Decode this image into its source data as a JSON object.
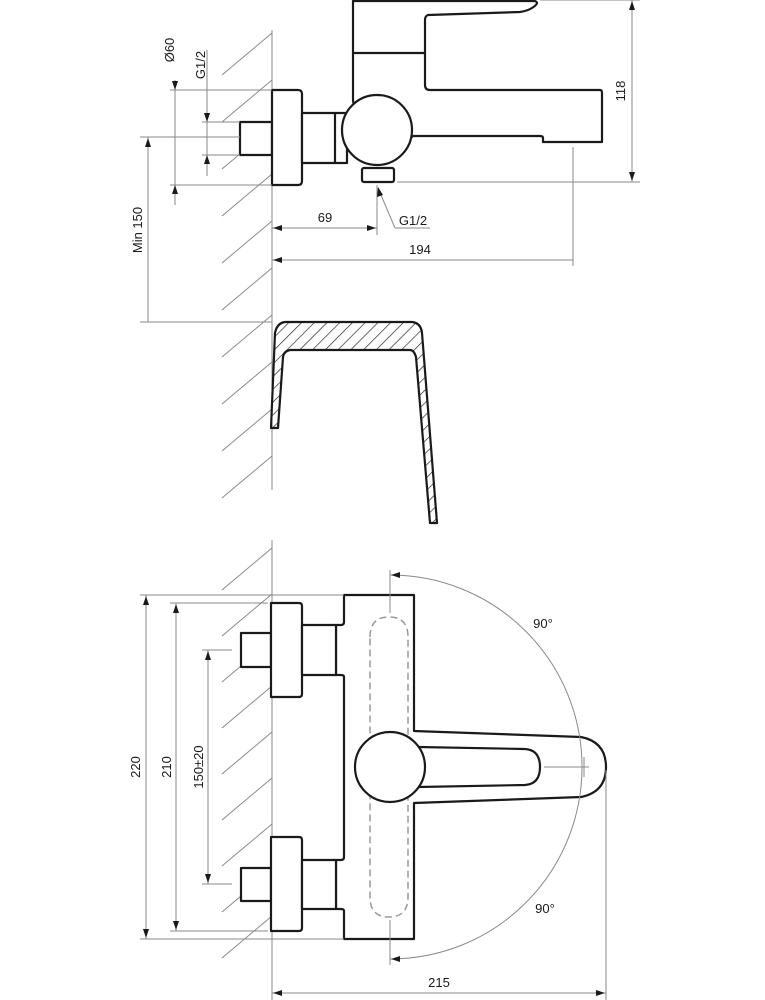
{
  "side_view": {
    "dim_diameter": "Ø60",
    "dim_inlet_thread": "G1/2",
    "dim_min_height": "Min 150",
    "dim_outlet_offset": "69",
    "dim_outlet_thread": "G1/2",
    "dim_depth": "194",
    "dim_height": "118"
  },
  "front_view": {
    "dim_total_height": "220",
    "dim_escutcheon_span": "210",
    "dim_inlet_spacing": "150±20",
    "dim_width": "215",
    "angle_upper": "90°",
    "angle_lower": "90°"
  },
  "colors": {
    "line": "#1a1a1a",
    "thin": "#8a8a8a"
  }
}
